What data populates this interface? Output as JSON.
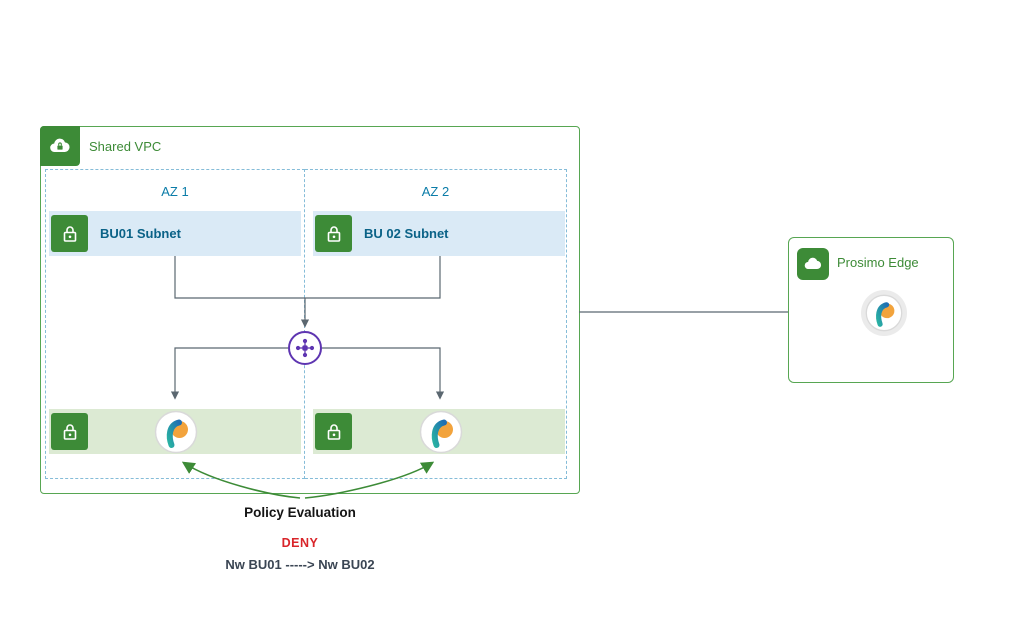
{
  "diagram": {
    "vpc": {
      "label": "Shared VPC"
    },
    "zones": [
      {
        "label": "AZ 1"
      },
      {
        "label": "AZ 2"
      }
    ],
    "subnets": [
      {
        "label": "BU01 Subnet"
      },
      {
        "label": "BU 02 Subnet"
      }
    ],
    "policy": {
      "title": "Policy Evaluation",
      "verdict": "DENY",
      "rule": "Nw BU01 -----> Nw BU02"
    },
    "edge": {
      "label": "Prosimo Edge"
    }
  },
  "icons": {
    "vpc": "cloud-lock-icon",
    "subnet": "lock-icon",
    "gateway": "transit-gateway-icon",
    "workload": "prosimo-logo-icon",
    "edge": "cloud-icon"
  },
  "colors": {
    "green": "#3d8b37",
    "green_border": "#57a652",
    "az_blue": "#0b7ca8",
    "subnet_bg": "#daeaf6",
    "subnet_text": "#0a6287",
    "green_row_bg": "#dcead3",
    "purple": "#5e35b1",
    "line": "#5b6770",
    "deny_red": "#d9252a",
    "rule_text": "#3a4553",
    "prosimo_orange": "#f2a33c",
    "prosimo_blue": "#1f6fb2"
  }
}
